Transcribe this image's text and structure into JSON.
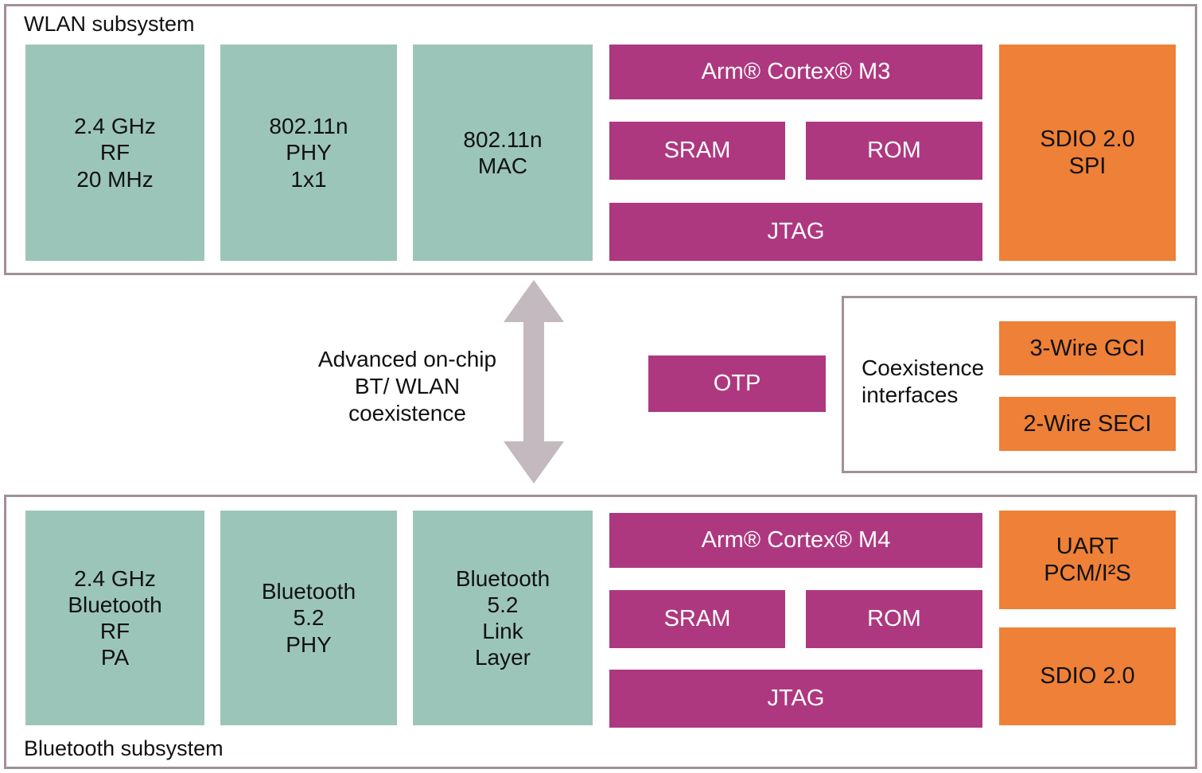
{
  "diagram": {
    "title_wlan": "WLAN subsystem",
    "title_bt": "Bluetooth subsystem",
    "colors": {
      "teal": "#9cc5ba",
      "magenta": "#ae3880",
      "orange": "#ee8037",
      "frame_border": "#a0909a",
      "arrow": "#c4b9be",
      "text_dark": "#111111",
      "text_light": "#ffffff"
    }
  },
  "wlan": {
    "label": "WLAN subsystem",
    "rf": "2.4 GHz\nRF\n20 MHz",
    "phy": "802.11n\nPHY\n1x1",
    "mac": "802.11n\nMAC",
    "cpu": "Arm® Cortex® M3",
    "sram": "SRAM",
    "rom": "ROM",
    "jtag": "JTAG",
    "host_if": "SDIO 2.0\nSPI"
  },
  "middle": {
    "coexistence_note": "Advanced on-chip\nBT/ WLAN\ncoexistence",
    "otp": "OTP",
    "coex_box_label": "Coexistence\ninterfaces",
    "coex_gci": "3-Wire GCI",
    "coex_seci": "2-Wire SECI"
  },
  "bluetooth": {
    "label": "Bluetooth subsystem",
    "rf": "2.4 GHz\nBluetooth\nRF\nPA",
    "phy": "Bluetooth\n5.2\nPHY",
    "link_layer": "Bluetooth\n5.2\nLink\nLayer",
    "cpu": "Arm® Cortex® M4",
    "sram": "SRAM",
    "rom": "ROM",
    "jtag": "JTAG",
    "uart": "UART\nPCM/I²S",
    "sdio": "SDIO 2.0"
  }
}
